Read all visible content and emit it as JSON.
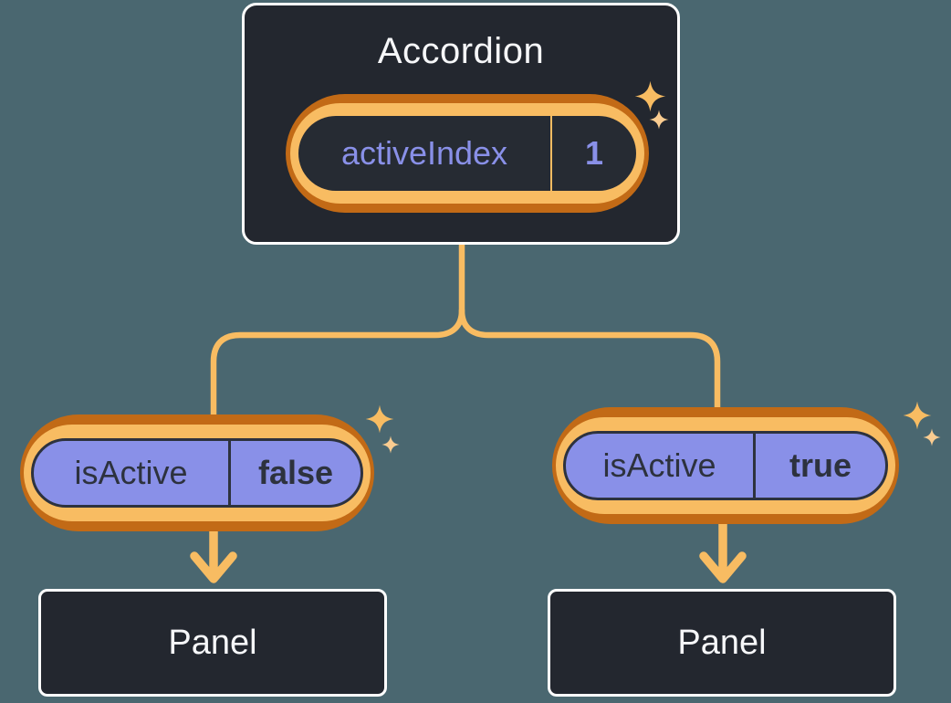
{
  "colors": {
    "background": "#4A6770",
    "node_bg": "#23272F",
    "node_inner_bg": "#262B33",
    "node_border": "#FFFFFF",
    "orange": "#F8BC62",
    "orange_dark": "#C26A16",
    "sparkle_small": "#FACC90",
    "purple": "#8990E8",
    "dark_text": "#2D323E",
    "light_text": "#F6F7F9"
  },
  "accordion": {
    "title": "Accordion",
    "state": {
      "name": "activeIndex",
      "value": "1"
    }
  },
  "left_child": {
    "prop": {
      "name": "isActive",
      "value": "false"
    },
    "panel_title": "Panel"
  },
  "right_child": {
    "prop": {
      "name": "isActive",
      "value": "true"
    },
    "panel_title": "Panel"
  }
}
